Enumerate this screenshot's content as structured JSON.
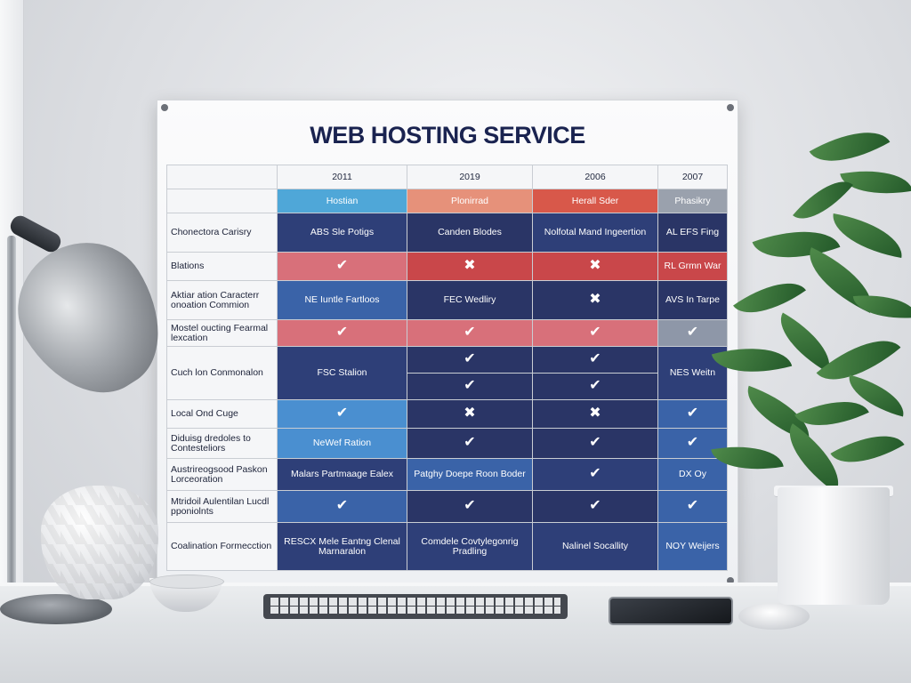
{
  "board": {
    "title": "WEB HOSTING SERVICE",
    "columns": [
      "2011",
      "2019",
      "2006",
      "2007"
    ],
    "plans": [
      "Hostian",
      "Plonirrad",
      "Herall Sder",
      "Phasikry"
    ],
    "rows": [
      {
        "label": "Chonectora Carisry",
        "cells": [
          "ABS Sle Potigs",
          "Canden Blodes",
          "Nolfotal Mand Ingeertion",
          "AL EFS Fing"
        ]
      },
      {
        "label": "Blations",
        "cells": [
          "check",
          "cross",
          "cross",
          "RL Grmn War"
        ]
      },
      {
        "label": "Aktiar ation Caracterr onoation Commion",
        "cells": [
          "NE Iuntle Fartloos",
          "FEC Wedliry",
          "cross",
          "AVS In Tarpe"
        ]
      },
      {
        "label": "Mostel oucting Fearmal lexcation",
        "cells": [
          "check",
          "check",
          "check",
          "check"
        ]
      },
      {
        "label": "Cuch lon Conmonalon",
        "cells": [
          "FSC Stalion",
          "check",
          "check",
          "NES Weitn"
        ]
      },
      {
        "label": "",
        "cells": [
          "",
          "check",
          "check",
          ""
        ]
      },
      {
        "label": "Local Ond Cuge",
        "cells": [
          "check",
          "cross",
          "cross",
          "check"
        ]
      },
      {
        "label": "Diduisg dredoles to Contesteliors",
        "cells": [
          "NeWef Ration",
          "check",
          "check",
          "check"
        ]
      },
      {
        "label": "Austrireogsood Paskon Lorceoration",
        "cells": [
          "Malars Partmaage Ealex",
          "Patghy Doepe Roon Boder",
          "check",
          "DX Oy"
        ]
      },
      {
        "label": "Mtridoil Aulentilan Lucdl pponiolnts",
        "cells": [
          "check",
          "check",
          "check",
          "check"
        ]
      },
      {
        "label": "Coalination Formecction",
        "cells": [
          "RESCX Mele Eantng Clenal Marnaralon",
          "Comdele Covtylegonrig Pradling",
          "Nalinel Socallity",
          "NOY Weijers"
        ]
      }
    ]
  },
  "colors": {
    "title": "#1a2350",
    "navy": "#2e3f78",
    "deep": "#2a3566",
    "red": "#c9474a",
    "rose": "#d8707a",
    "blue": "#3a63a8",
    "sky": "#4a8fd0",
    "coral": "#e58d70",
    "grey": "#8e97a8"
  },
  "icons": {
    "check": "check-icon",
    "cross": "cross-icon"
  }
}
